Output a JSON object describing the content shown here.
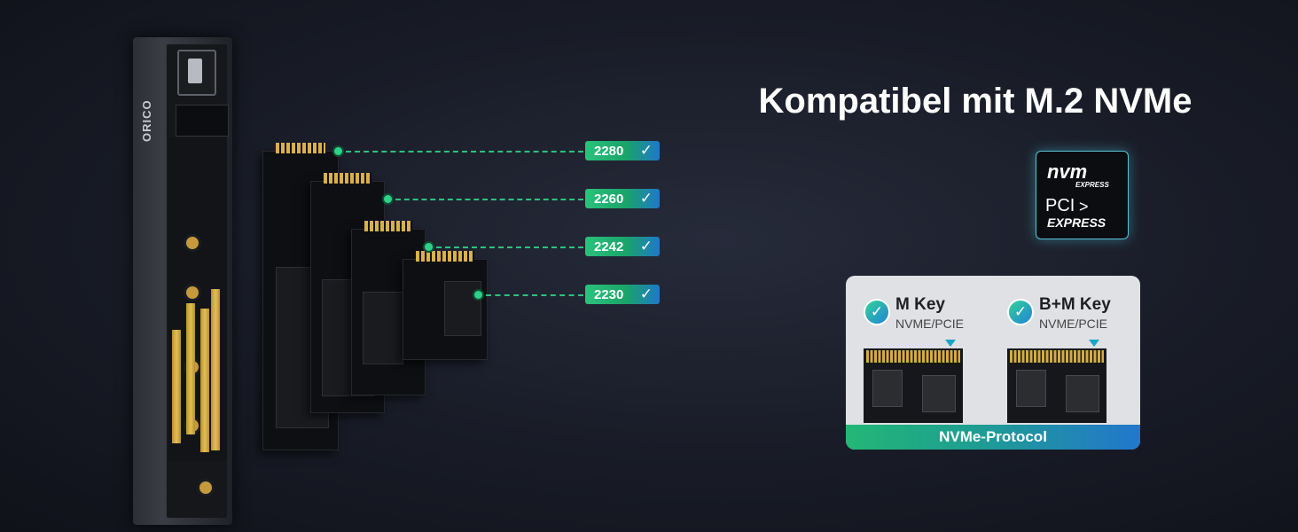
{
  "product": {
    "brand": "ORICO"
  },
  "sizes": [
    {
      "label": "2280"
    },
    {
      "label": "2260"
    },
    {
      "label": "2242"
    },
    {
      "label": "2230"
    }
  ],
  "check_glyph": "✓",
  "headline": "Kompatibel mit M.2 NVMe",
  "nvme_logo": {
    "nvm": "nvm",
    "nvm_sub": "EXPRESS",
    "pci": "PCI",
    "express": "EXPRESS"
  },
  "keys": [
    {
      "title": "M Key",
      "subtitle": "NVME/PCIE"
    },
    {
      "title": "B+M Key",
      "subtitle": "NVME/PCIE"
    }
  ],
  "protocol": "NVMe-Protocol",
  "colors": {
    "accent_green": "#2ec27e",
    "accent_blue": "#1f78c9",
    "logo_glow": "#57c3d6",
    "background": "#181b26"
  }
}
